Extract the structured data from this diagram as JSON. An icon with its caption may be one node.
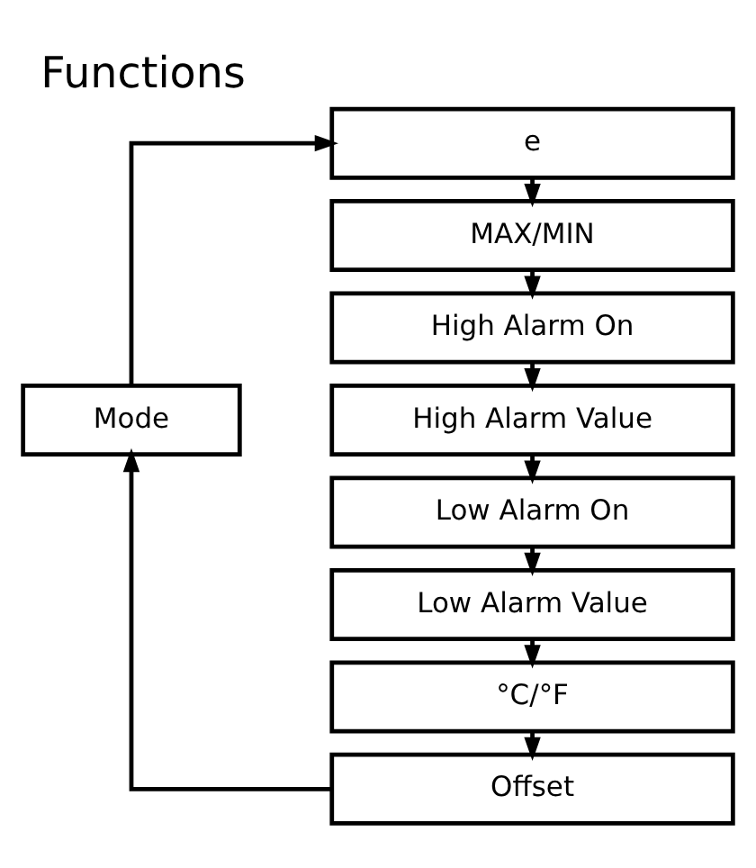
{
  "diagram": {
    "title": "Functions",
    "nodes": [
      {
        "text": [
          "e"
        ]
      },
      {
        "text": [
          "MAX/MIN"
        ]
      },
      {
        "text": [
          "High Alarm On"
        ]
      },
      {
        "text": [
          "High Alarm Value"
        ]
      },
      {
        "text": [
          "Low Alarm On"
        ]
      },
      {
        "text": [
          "Low Alarm Value"
        ]
      },
      {
        "text": [
          "°C/°F"
        ]
      },
      {
        "text": [
          "Offset"
        ]
      },
      {
        "text": [
          "Mode"
        ]
      }
    ],
    "edges": [
      {
        "from": 0,
        "to": 1,
        "arrow": "to"
      },
      {
        "from": 1,
        "to": 2,
        "arrow": "to"
      },
      {
        "from": 2,
        "to": 3,
        "arrow": "to"
      },
      {
        "from": 3,
        "to": 4,
        "arrow": "to"
      },
      {
        "from": 4,
        "to": 5,
        "arrow": "to"
      },
      {
        "from": 5,
        "to": 6,
        "arrow": "to"
      },
      {
        "from": 6,
        "to": 7,
        "arrow": "to"
      },
      {
        "from": 7,
        "to": 8,
        "arrow": "to"
      },
      {
        "from": 8,
        "to": 0,
        "arrow": "to"
      }
    ]
  }
}
